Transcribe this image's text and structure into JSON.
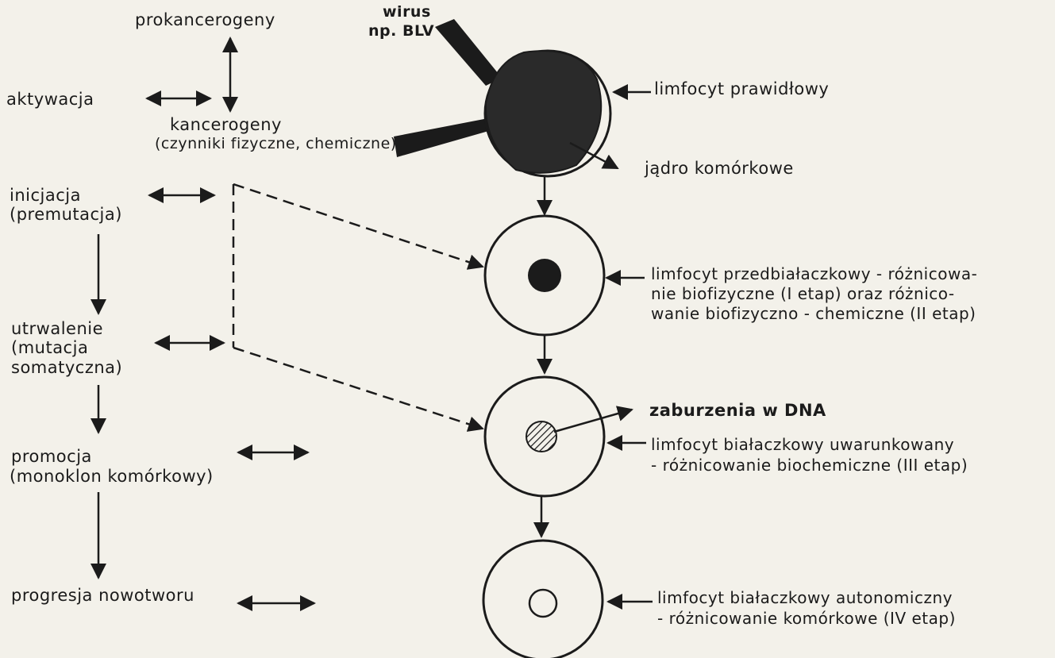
{
  "left_steps": {
    "prokancerogeny": "prokancerogeny",
    "aktywacja": "aktywacja",
    "kancerogeny_line1": "kancerogeny",
    "kancerogeny_line2": "(czynniki fizyczne, chemiczne)",
    "inicjacja_line1": "inicjacja",
    "inicjacja_line2": "(premutacja)",
    "utrwalenie_line1": "utrwalenie",
    "utrwalenie_line2": "(mutacja",
    "utrwalenie_line3": "somatyczna)",
    "promocja_line1": "promocja",
    "promocja_line2": "(monoklon komórkowy)",
    "progresja": "progresja nowotworu"
  },
  "virus": {
    "line1": "wirus",
    "line2": "np. BLV"
  },
  "right_labels": {
    "limfocyt_prawidlowy": "limfocyt prawidłowy",
    "jadro_komorkowe": "jądro komórkowe",
    "przedbialaczkowy_line1": "limfocyt przedbiałaczkowy - różnicowa-",
    "przedbialaczkowy_line2": "nie biofizyczne (I etap) oraz różnico-",
    "przedbialaczkowy_line3": "wanie biofizyczno - chemiczne (II etap)",
    "zaburzenia_dna": "zaburzenia w DNA",
    "uwarunkowany_line1": "limfocyt białaczkowy uwarunkowany",
    "uwarunkowany_line2": "- różnicowanie biochemiczne (III etap)",
    "autonomiczny_line1": "limfocyt białaczkowy autonomiczny",
    "autonomiczny_line2": "- różnicowanie komórkowe (IV etap)"
  }
}
